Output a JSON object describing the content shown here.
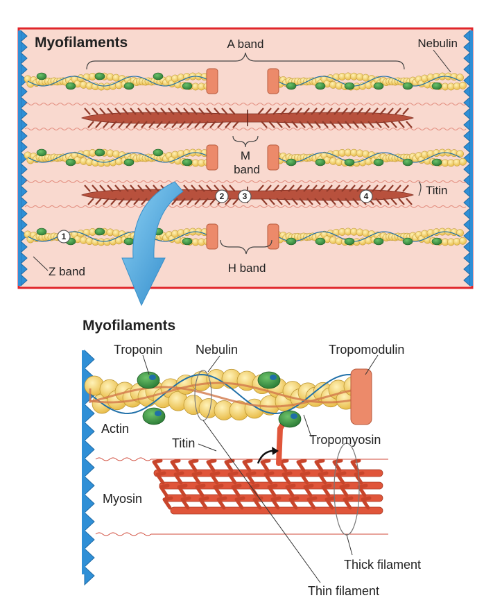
{
  "top_panel": {
    "title": "Myofilaments",
    "labels": {
      "a_band": "A band",
      "nebulin": "Nebulin",
      "m_band_line1": "M",
      "m_band_line2": "band",
      "titin": "Titin",
      "z_band": "Z band",
      "h_band": "H band"
    },
    "markers": [
      "1",
      "2",
      "3",
      "4"
    ],
    "colors": {
      "background": "#f9d9cf",
      "border": "#e0262b",
      "z_disc": "#2f8fd6",
      "actin": "#f3cd5e",
      "troponin": "#3f9a45",
      "tropomodulin": "#ec8a6a",
      "myosin": "#b8513d"
    }
  },
  "bottom_panel": {
    "title": "Myofilaments",
    "labels": {
      "troponin": "Troponin",
      "nebulin": "Nebulin",
      "tropomodulin": "Tropomodulin",
      "actin": "Actin",
      "titin": "Titin",
      "tropomyosin": "Tropomyosin",
      "myosin": "Myosin",
      "thick_filament": "Thick filament",
      "thin_filament": "Thin filament"
    },
    "colors": {
      "myosin": "#e0553a",
      "tropomyosin_strand": "#1f6fa8"
    }
  }
}
